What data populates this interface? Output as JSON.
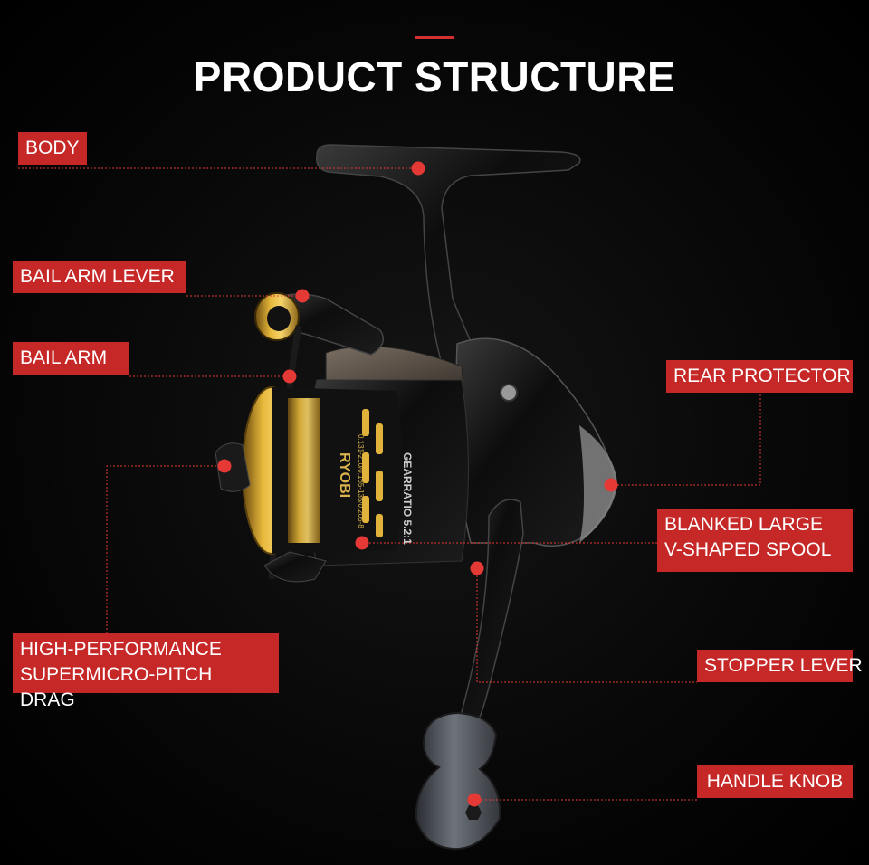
{
  "title": "PRODUCT STRUCTURE",
  "accent_color": "#c62828",
  "reel": {
    "spool_brand": "RYOBI",
    "spool_line": "0.131-210/0.165-135/0.205-8",
    "gear_ratio": "GEARRATIO 5.2:1"
  },
  "labels": {
    "body": "BODY",
    "bail_arm_lever": "BAIL ARM LEVER",
    "bail_arm": "BAIL ARM",
    "rear_protector": "REAR PROTECTOR",
    "spool": "BLANKED LARGE\n V-SHAPED SPOOL",
    "drag": "HIGH-PERFORMANCE\nSUPERMICRO-PITCH DRAG",
    "stopper_lever": "STOPPER LEVER",
    "handle_knob": "HANDLE KNOB"
  }
}
